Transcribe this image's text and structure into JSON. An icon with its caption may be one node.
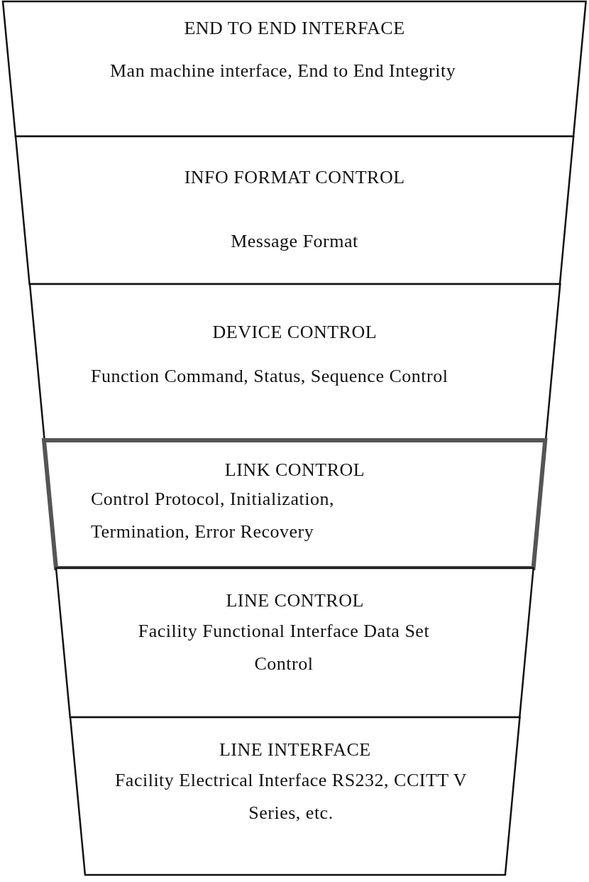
{
  "diagram": {
    "nodes": [
      {
        "text": [
          "END TO END INTERFACE",
          "Man machine interface, End to End Integrity"
        ]
      },
      {
        "text": [
          "INFO FORMAT CONTROL",
          "Message Format"
        ]
      },
      {
        "text": [
          "DEVICE CONTROL",
          "Function Command, Status, Sequence Control"
        ]
      },
      {
        "text": [
          "LINK CONTROL",
          "Control Protocol, Initialization, Termination, Error Recovery"
        ]
      },
      {
        "text": [
          "LINE CONTROL",
          "Facility Functional Interface Data Set Control"
        ]
      },
      {
        "text": [
          "LINE INTERFACE",
          "Facility Electrical Interface RS232, CCITT V Series, etc."
        ]
      }
    ]
  }
}
